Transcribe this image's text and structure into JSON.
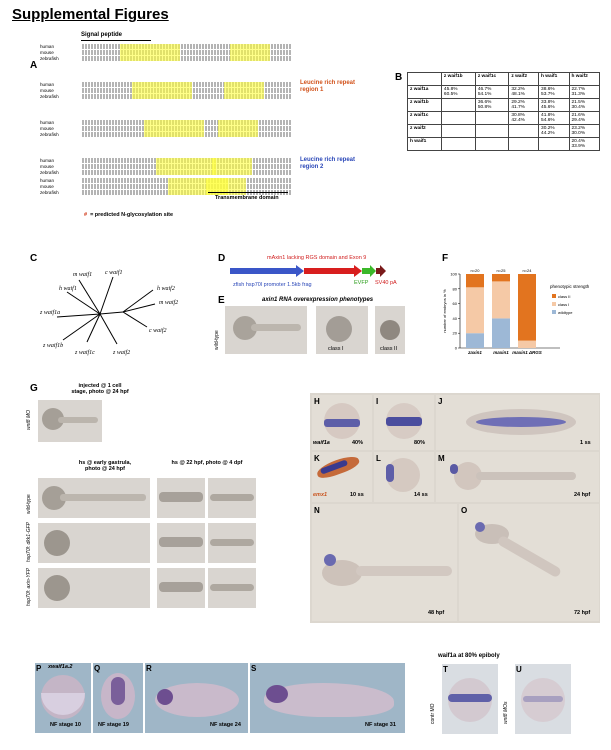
{
  "page_title": "Supplemental Figures",
  "panel_labels": [
    "A",
    "B",
    "C",
    "D",
    "E",
    "F",
    "G",
    "H",
    "I",
    "J",
    "K",
    "L",
    "M",
    "N",
    "O",
    "P",
    "Q",
    "R",
    "S",
    "T",
    "U"
  ],
  "panelA": {
    "signal_peptide": "Signal peptide",
    "species": [
      "human",
      "mouse",
      "zebrafish"
    ],
    "lrr1": "Leucine rich repeat region 1",
    "lrr2": "Leucine rich repeat region 2",
    "tm": "Transmembrane domain",
    "glyco_note": "= predicted N-glycosylation site"
  },
  "panelB": {
    "headers": [
      "",
      "z waif1b",
      "z waif1c",
      "z waif2",
      "h waif1",
      "h waif2"
    ],
    "rows": [
      {
        "name": "z waif1a",
        "cells": [
          "45.8%\n60.5%",
          "46.7%\n54.1%",
          "32.2%\n48.1%",
          "38.6%\n53.7%",
          "22.7%\n31.3%"
        ]
      },
      {
        "name": "z waif1b",
        "cells": [
          "",
          "36.6%\n50.8%",
          "29.2%\n41.7%",
          "33.8%\n45.6%",
          "21.5%\n30.4%"
        ]
      },
      {
        "name": "z waif1c",
        "cells": [
          "",
          "",
          "30.8%\n42.4%",
          "41.8%\n54.6%",
          "21.6%\n29.4%"
        ]
      },
      {
        "name": "z waif2",
        "cells": [
          "",
          "",
          "",
          "30.2%\n44.2%",
          "23.2%\n30.0%"
        ]
      },
      {
        "name": "h waif1",
        "cells": [
          "",
          "",
          "",
          "",
          "20.4%\n33.9%"
        ]
      }
    ]
  },
  "panelC": {
    "leaves": [
      "m waif1",
      "h waif1",
      "c waif1",
      "h waif2",
      "m waif2",
      "c waif2",
      "z waif2",
      "z waif1a",
      "z waif1b",
      "z waif1c"
    ]
  },
  "panelD": {
    "construct_label": "mAxin1 lacking RGS domain and Exon 9",
    "promoter": "zfish hsp70l promoter 1.5kb frag",
    "evfp": "EVFP",
    "sv40": "SV40 pA"
  },
  "panelE": {
    "title": "axin1 RNA overexpression phenotypes",
    "labels": [
      "wild-type",
      "class I",
      "class II"
    ]
  },
  "panelF": {
    "ylabel": "number of embryos in %",
    "legend_title": "phenotypic strength",
    "legend": [
      "class II",
      "class I",
      "wildtype"
    ],
    "n": [
      "n=20",
      "n=25",
      "n=24"
    ],
    "categories": [
      "zaxin1",
      "maxin1",
      "maxin1 ΔRGS"
    ],
    "colors": {
      "classII": "#e2741f",
      "classI": "#f5c9a6",
      "wildtype": "#9db8d6"
    }
  },
  "chart_data": {
    "type": "bar",
    "categories": [
      "zaxin1",
      "maxin1",
      "maxin1 ΔRGS"
    ],
    "series": [
      {
        "name": "wildtype",
        "values": [
          20,
          40,
          0
        ]
      },
      {
        "name": "class I",
        "values": [
          62,
          50,
          10
        ]
      },
      {
        "name": "class II",
        "values": [
          18,
          10,
          90
        ]
      }
    ],
    "ylim": [
      0,
      100
    ],
    "ylabel": "number of embryos in %"
  },
  "panelG": {
    "top_caption": "injected @ 1 cell stage, photo @ 24 hpf",
    "mid_caption1": "hs @ early gastrula, photo @ 24 hpf",
    "mid_caption2": "hs @ 22 hpf, photo @ 4 dpf",
    "rows": [
      "wnt8 MO",
      "wild-type",
      "hsp70l: dkk1-GFP",
      "hsp70l: axin-YFP"
    ]
  },
  "panelHO": {
    "gene": "waif1a",
    "stages": {
      "H": "40%",
      "I": "80%",
      "J": "1 ss",
      "K": "10 ss",
      "L": "14 ss",
      "M": "24 hpf",
      "N": "48 hpf",
      "O": "72 hpf"
    },
    "k_marker": "emx1"
  },
  "panelPS": {
    "gene": "xwaif1a.2",
    "stages": {
      "P": "NF stage 10",
      "Q": "NF stage 19",
      "R": "NF stage 24",
      "S": "NF stage 31"
    }
  },
  "panelTU": {
    "title": "waif1a at 80% epiboly",
    "T": "contr MO",
    "U": "wnt8 MOs"
  }
}
